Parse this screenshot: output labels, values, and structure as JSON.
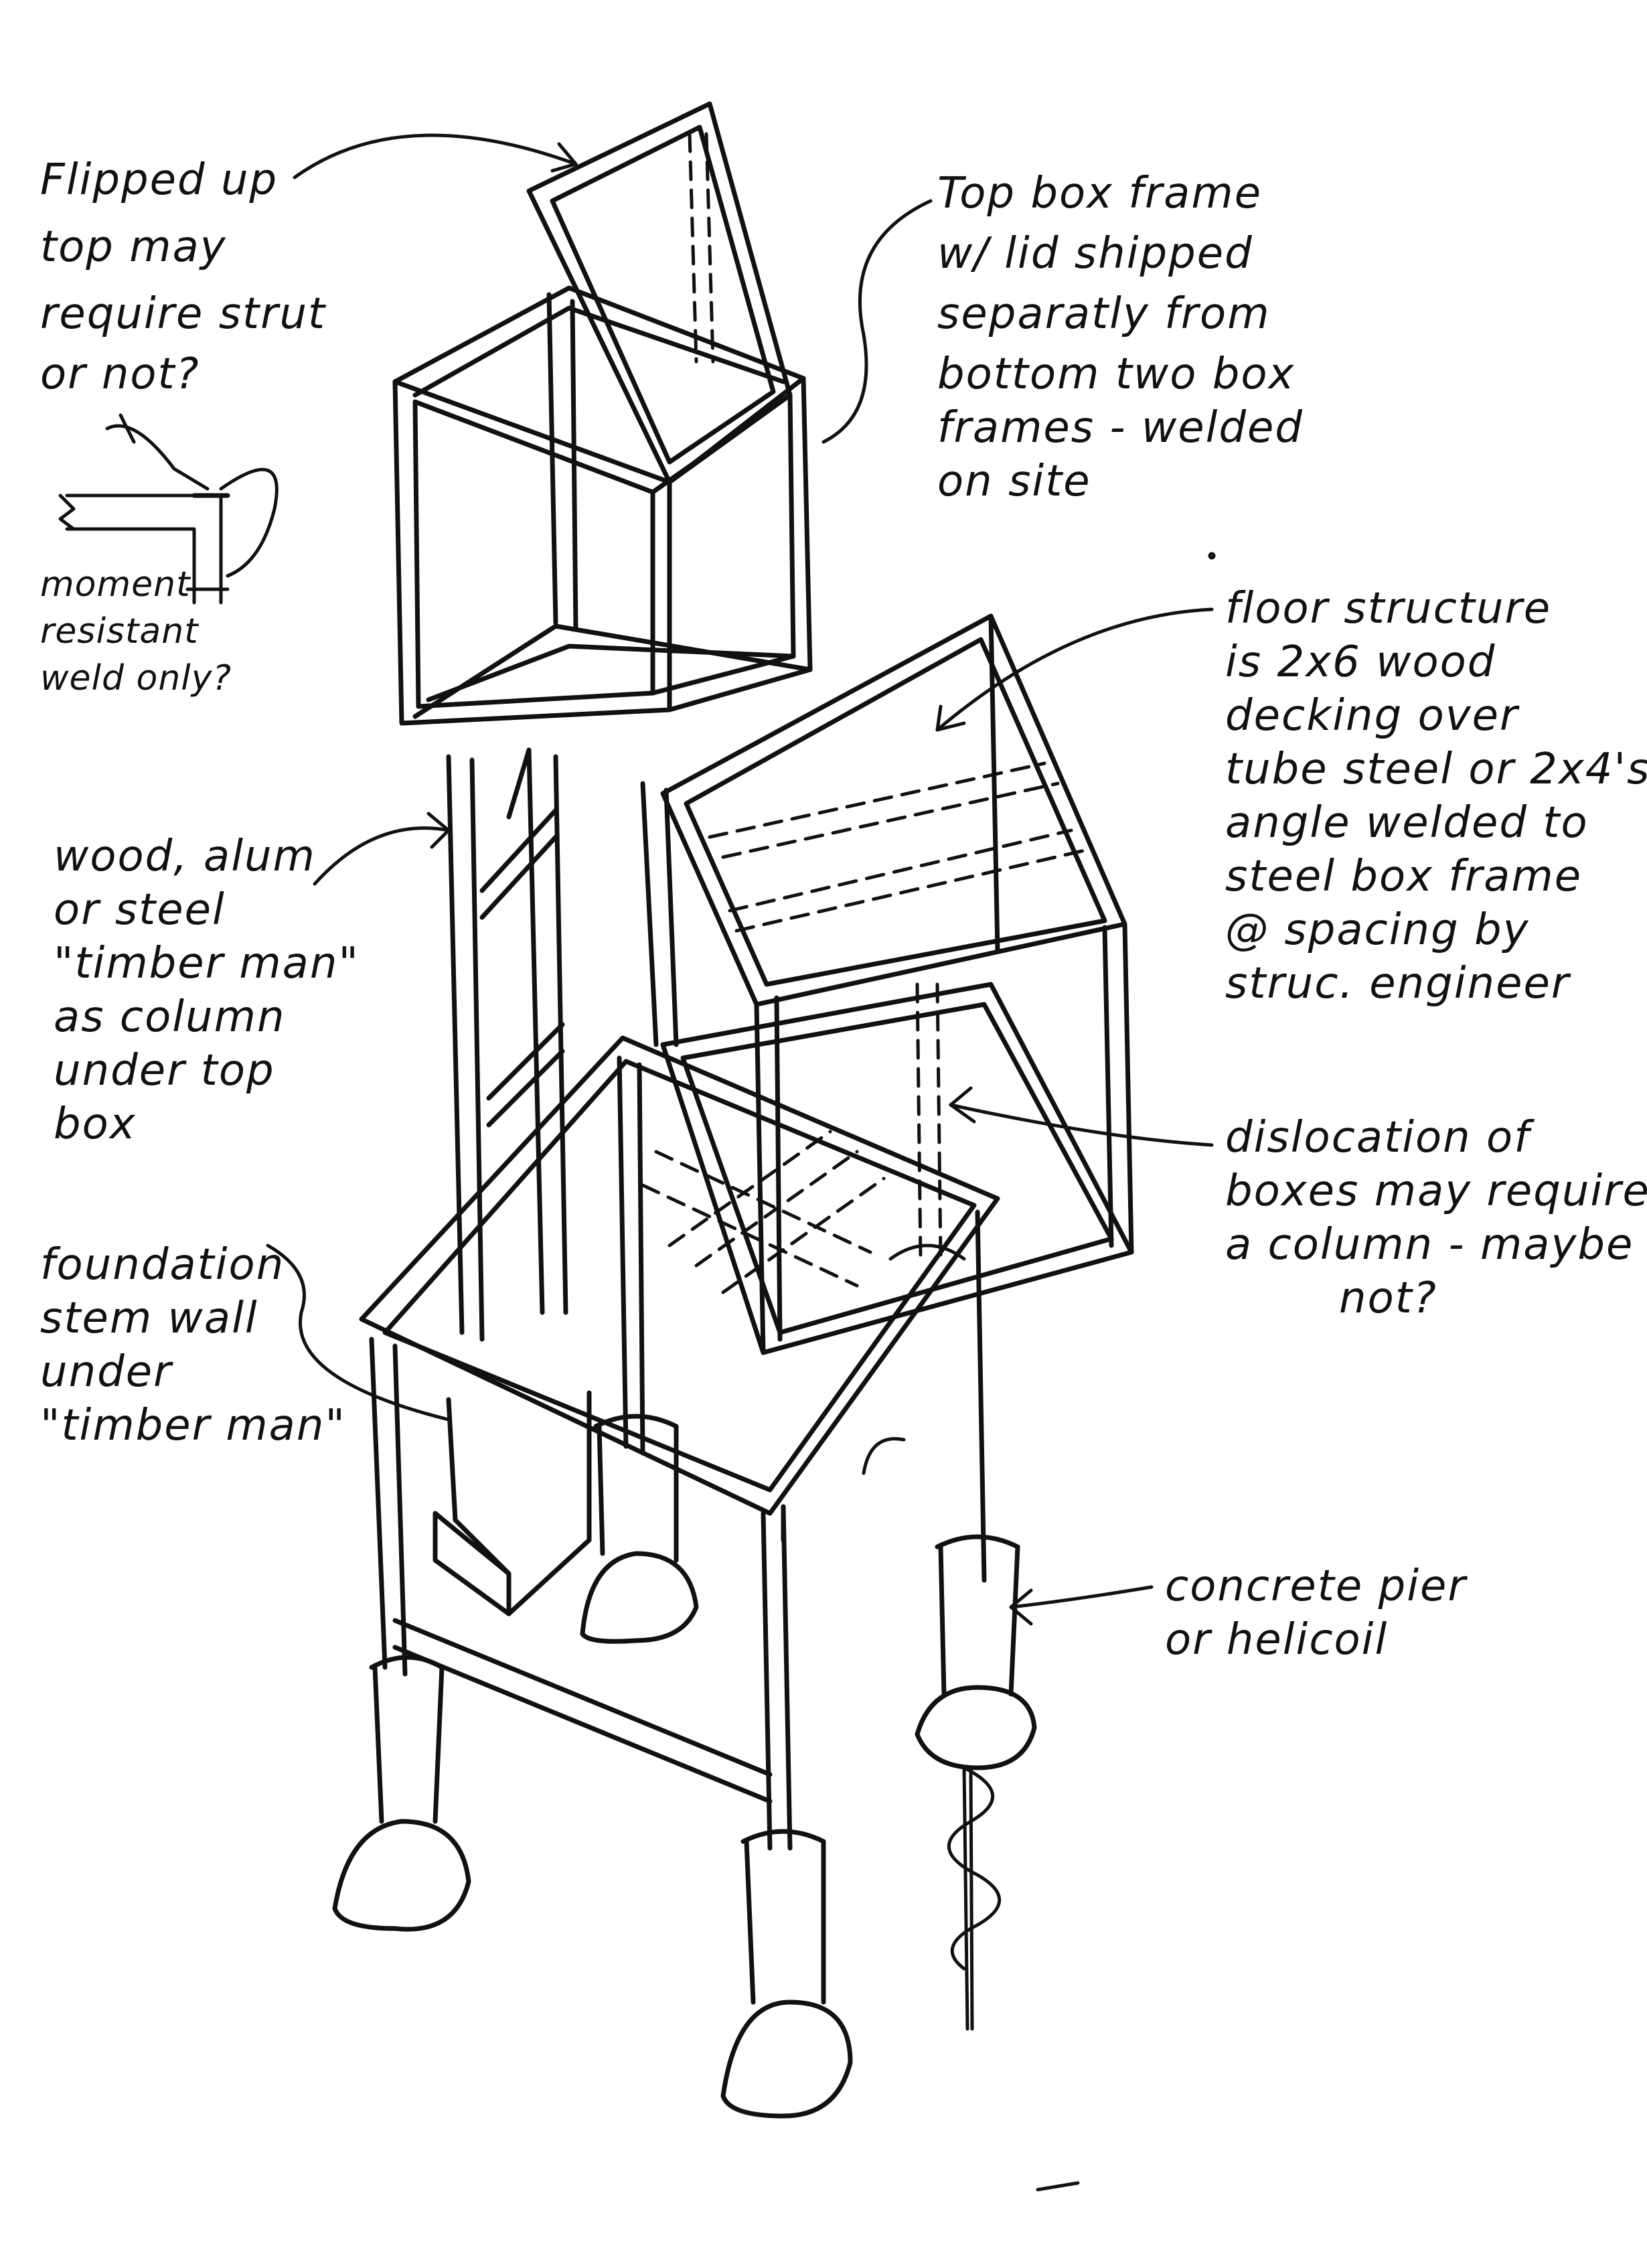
{
  "annotations": {
    "flipped_top": [
      "Flipped up",
      "top may",
      "require strut",
      "or not?"
    ],
    "moment_weld": [
      "moment",
      "resistant",
      "weld only?"
    ],
    "top_box": [
      "Top box frame",
      "w/ lid shipped",
      "separatly from",
      "bottom two box",
      "frames - welded",
      "on site"
    ],
    "floor": [
      "floor structure",
      "is 2x6 wood",
      "decking over",
      "tube steel or 2x4's",
      "angle welded to",
      "steel box frame",
      "@ spacing by",
      "struc. engineer"
    ],
    "timber_man": [
      "wood, alum",
      "or steel",
      "\"timber man\"",
      "as column",
      "under top",
      "box"
    ],
    "dislocation": [
      "dislocation of",
      "boxes may require",
      "a column - maybe",
      "not?"
    ],
    "foundation": [
      "foundation",
      "stem wall",
      "under",
      "\"timber man\""
    ],
    "pier": [
      "concrete pier",
      "or helicoil"
    ]
  },
  "colors": {
    "ink": "#111111",
    "paper": "#ffffff"
  }
}
